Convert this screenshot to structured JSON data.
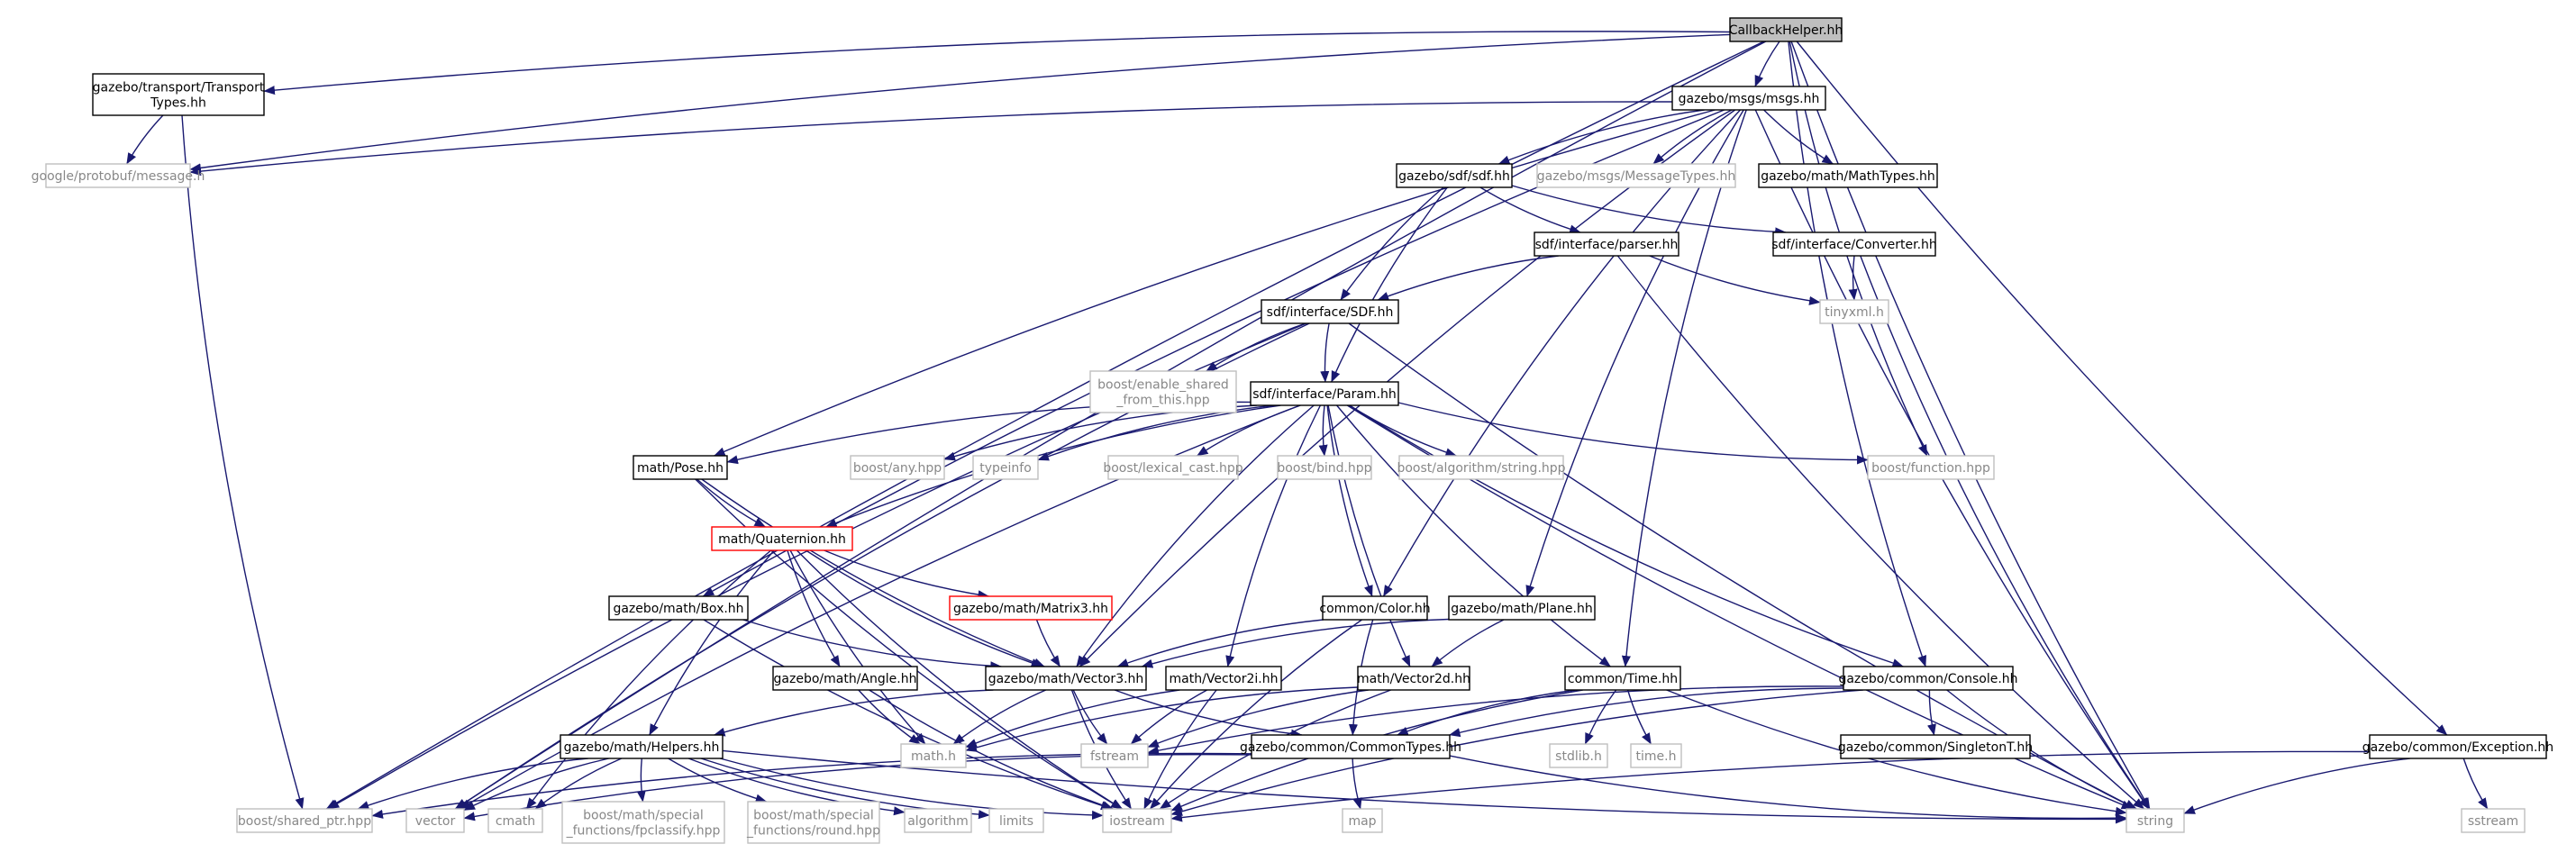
{
  "graph": {
    "root": "CallbackHelper.hh",
    "nodes": [
      {
        "id": "callback",
        "label": "CallbackHelper.hh",
        "kind": "root"
      },
      {
        "id": "transport",
        "label": "gazebo/transport/Transport\nTypes.hh",
        "kind": "file"
      },
      {
        "id": "msgs",
        "label": "gazebo/msgs/msgs.hh",
        "kind": "file"
      },
      {
        "id": "protobuf",
        "label": "google/protobuf/message.h",
        "kind": "external"
      },
      {
        "id": "sdf",
        "label": "gazebo/sdf/sdf.hh",
        "kind": "file"
      },
      {
        "id": "msgtypes",
        "label": "gazebo/msgs/MessageTypes.hh",
        "kind": "external"
      },
      {
        "id": "mathtypes",
        "label": "gazebo/math/MathTypes.hh",
        "kind": "file"
      },
      {
        "id": "parser",
        "label": "sdf/interface/parser.hh",
        "kind": "file"
      },
      {
        "id": "converter",
        "label": "sdf/interface/Converter.hh",
        "kind": "file"
      },
      {
        "id": "tinyxml",
        "label": "tinyxml.h",
        "kind": "external"
      },
      {
        "id": "sdfh",
        "label": "sdf/interface/SDF.hh",
        "kind": "file"
      },
      {
        "id": "enableshared",
        "label": "boost/enable_shared\n_from_this.hpp",
        "kind": "external"
      },
      {
        "id": "param",
        "label": "sdf/interface/Param.hh",
        "kind": "file"
      },
      {
        "id": "pose",
        "label": "math/Pose.hh",
        "kind": "file"
      },
      {
        "id": "anyhpp",
        "label": "boost/any.hpp",
        "kind": "external"
      },
      {
        "id": "typeinfo",
        "label": "typeinfo",
        "kind": "external"
      },
      {
        "id": "lexical",
        "label": "boost/lexical_cast.hpp",
        "kind": "external"
      },
      {
        "id": "bind",
        "label": "boost/bind.hpp",
        "kind": "external"
      },
      {
        "id": "algostr",
        "label": "boost/algorithm/string.hpp",
        "kind": "external"
      },
      {
        "id": "function",
        "label": "boost/function.hpp",
        "kind": "external"
      },
      {
        "id": "quaternion",
        "label": "math/Quaternion.hh",
        "kind": "incomplete"
      },
      {
        "id": "box",
        "label": "gazebo/math/Box.hh",
        "kind": "file"
      },
      {
        "id": "matrix3",
        "label": "gazebo/math/Matrix3.hh",
        "kind": "incomplete"
      },
      {
        "id": "color",
        "label": "common/Color.hh",
        "kind": "file"
      },
      {
        "id": "plane",
        "label": "gazebo/math/Plane.hh",
        "kind": "file"
      },
      {
        "id": "angle",
        "label": "gazebo/math/Angle.hh",
        "kind": "file"
      },
      {
        "id": "vector3",
        "label": "gazebo/math/Vector3.hh",
        "kind": "file"
      },
      {
        "id": "vector2i",
        "label": "math/Vector2i.hh",
        "kind": "file"
      },
      {
        "id": "vector2d",
        "label": "math/Vector2d.hh",
        "kind": "file"
      },
      {
        "id": "time",
        "label": "common/Time.hh",
        "kind": "file"
      },
      {
        "id": "console",
        "label": "gazebo/common/Console.hh",
        "kind": "file"
      },
      {
        "id": "helpers",
        "label": "gazebo/math/Helpers.hh",
        "kind": "file"
      },
      {
        "id": "mathh",
        "label": "math.h",
        "kind": "external"
      },
      {
        "id": "fstream",
        "label": "fstream",
        "kind": "external"
      },
      {
        "id": "commontypes",
        "label": "gazebo/common/CommonTypes.hh",
        "kind": "file"
      },
      {
        "id": "stdlib",
        "label": "stdlib.h",
        "kind": "external"
      },
      {
        "id": "timeh",
        "label": "time.h",
        "kind": "external"
      },
      {
        "id": "singleton",
        "label": "gazebo/common/SingletonT.hh",
        "kind": "file"
      },
      {
        "id": "exception",
        "label": "gazebo/common/Exception.hh",
        "kind": "file"
      },
      {
        "id": "sharedptr",
        "label": "boost/shared_ptr.hpp",
        "kind": "external"
      },
      {
        "id": "vector",
        "label": "vector",
        "kind": "external"
      },
      {
        "id": "cmath",
        "label": "cmath",
        "kind": "external"
      },
      {
        "id": "fpclassify",
        "label": "boost/math/special\n_functions/fpclassify.hpp",
        "kind": "external"
      },
      {
        "id": "round",
        "label": "boost/math/special\n_functions/round.hpp",
        "kind": "external"
      },
      {
        "id": "algorithm",
        "label": "algorithm",
        "kind": "external"
      },
      {
        "id": "limits",
        "label": "limits",
        "kind": "external"
      },
      {
        "id": "iostream",
        "label": "iostream",
        "kind": "external"
      },
      {
        "id": "map",
        "label": "map",
        "kind": "external"
      },
      {
        "id": "string",
        "label": "string",
        "kind": "external"
      },
      {
        "id": "sstream",
        "label": "sstream",
        "kind": "external"
      }
    ],
    "edges": [
      [
        "callback",
        "transport"
      ],
      [
        "callback",
        "msgs"
      ],
      [
        "callback",
        "protobuf"
      ],
      [
        "callback",
        "function"
      ],
      [
        "callback",
        "exception"
      ],
      [
        "callback",
        "console"
      ],
      [
        "callback",
        "sharedptr"
      ],
      [
        "callback",
        "vector"
      ],
      [
        "callback",
        "string"
      ],
      [
        "transport",
        "protobuf"
      ],
      [
        "transport",
        "sharedptr"
      ],
      [
        "msgs",
        "sdf"
      ],
      [
        "msgs",
        "msgtypes"
      ],
      [
        "msgs",
        "mathtypes"
      ],
      [
        "msgs",
        "protobuf"
      ],
      [
        "msgs",
        "pose"
      ],
      [
        "msgs",
        "box"
      ],
      [
        "msgs",
        "vector3"
      ],
      [
        "msgs",
        "color"
      ],
      [
        "msgs",
        "plane"
      ],
      [
        "msgs",
        "time"
      ],
      [
        "msgs",
        "string"
      ],
      [
        "sdf",
        "parser"
      ],
      [
        "sdf",
        "converter"
      ],
      [
        "sdf",
        "sdfh"
      ],
      [
        "sdf",
        "param"
      ],
      [
        "parser",
        "sdfh"
      ],
      [
        "parser",
        "tinyxml"
      ],
      [
        "parser",
        "string"
      ],
      [
        "converter",
        "tinyxml"
      ],
      [
        "converter",
        "string"
      ],
      [
        "sdfh",
        "enableshared"
      ],
      [
        "sdfh",
        "param"
      ],
      [
        "sdfh",
        "sharedptr"
      ],
      [
        "sdfh",
        "vector"
      ],
      [
        "sdfh",
        "string"
      ],
      [
        "param",
        "pose"
      ],
      [
        "param",
        "anyhpp"
      ],
      [
        "param",
        "typeinfo"
      ],
      [
        "param",
        "lexical"
      ],
      [
        "param",
        "bind"
      ],
      [
        "param",
        "algostr"
      ],
      [
        "param",
        "function"
      ],
      [
        "param",
        "quaternion"
      ],
      [
        "param",
        "vector3"
      ],
      [
        "param",
        "color"
      ],
      [
        "param",
        "vector2i"
      ],
      [
        "param",
        "vector2d"
      ],
      [
        "param",
        "time"
      ],
      [
        "param",
        "console"
      ],
      [
        "param",
        "string"
      ],
      [
        "param",
        "vector"
      ],
      [
        "pose",
        "quaternion"
      ],
      [
        "pose",
        "vector3"
      ],
      [
        "pose",
        "iostream"
      ],
      [
        "quaternion",
        "matrix3"
      ],
      [
        "quaternion",
        "vector3"
      ],
      [
        "quaternion",
        "angle"
      ],
      [
        "quaternion",
        "helpers"
      ],
      [
        "quaternion",
        "mathh"
      ],
      [
        "quaternion",
        "iostream"
      ],
      [
        "quaternion",
        "cmath"
      ],
      [
        "box",
        "vector3"
      ],
      [
        "box",
        "iostream"
      ],
      [
        "matrix3",
        "vector3"
      ],
      [
        "color",
        "vector3"
      ],
      [
        "color",
        "commontypes"
      ],
      [
        "color",
        "iostream"
      ],
      [
        "plane",
        "vector3"
      ],
      [
        "plane",
        "vector2d"
      ],
      [
        "angle",
        "mathh"
      ],
      [
        "angle",
        "iostream"
      ],
      [
        "vector3",
        "helpers"
      ],
      [
        "vector3",
        "mathh"
      ],
      [
        "vector3",
        "fstream"
      ],
      [
        "vector3",
        "iostream"
      ],
      [
        "vector3",
        "commontypes"
      ],
      [
        "vector2i",
        "mathh"
      ],
      [
        "vector2i",
        "fstream"
      ],
      [
        "vector2i",
        "iostream"
      ],
      [
        "vector2d",
        "mathh"
      ],
      [
        "vector2d",
        "fstream"
      ],
      [
        "vector2d",
        "iostream"
      ],
      [
        "time",
        "commontypes"
      ],
      [
        "time",
        "stdlib"
      ],
      [
        "time",
        "timeh"
      ],
      [
        "time",
        "iostream"
      ],
      [
        "time",
        "string"
      ],
      [
        "console",
        "commontypes"
      ],
      [
        "console",
        "singleton"
      ],
      [
        "console",
        "fstream"
      ],
      [
        "console",
        "iostream"
      ],
      [
        "console",
        "string"
      ],
      [
        "helpers",
        "sharedptr"
      ],
      [
        "helpers",
        "vector"
      ],
      [
        "helpers",
        "cmath"
      ],
      [
        "helpers",
        "fpclassify"
      ],
      [
        "helpers",
        "round"
      ],
      [
        "helpers",
        "algorithm"
      ],
      [
        "helpers",
        "limits"
      ],
      [
        "helpers",
        "iostream"
      ],
      [
        "helpers",
        "string"
      ],
      [
        "commontypes",
        "map"
      ],
      [
        "commontypes",
        "string"
      ],
      [
        "commontypes",
        "vector"
      ],
      [
        "commontypes",
        "sharedptr"
      ],
      [
        "exception",
        "iostream"
      ],
      [
        "exception",
        "sstream"
      ],
      [
        "exception",
        "string"
      ]
    ]
  }
}
